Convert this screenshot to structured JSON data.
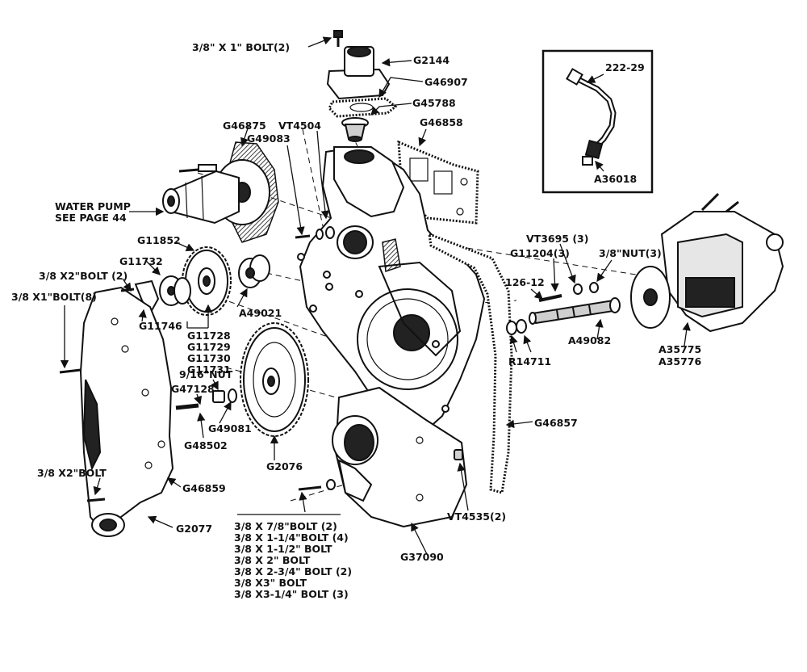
{
  "labels": {
    "bolt_3_8x1_2": "3/8\" X 1\" BOLT(2)",
    "g2144": "G2144",
    "g46907": "G46907",
    "g45788": "G45788",
    "g46858": "G46858",
    "g46875": "G46875",
    "vt4504": "VT4504",
    "g49083": "G49083",
    "water_pump_1": "WATER PUMP",
    "water_pump_2": "SEE PAGE 44",
    "g11852": "G11852",
    "g11732": "G11732",
    "bolt_3_8x2_2": "3/8 X2\"BOLT (2)",
    "bolt_3_8x1_8": "3/8 X1\"BOLT(8)",
    "g11746": "G11746",
    "a49021": "A49021",
    "g11728": "G11728",
    "g11729": "G11729",
    "g11730": "G11730",
    "g11731": "G11731",
    "nut_9_16": "9/16\"NUT",
    "g47128": "G47128",
    "g49081": "G49081",
    "g48502": "G48502",
    "g2076": "G2076",
    "bolt_3_8x2": "3/8 X2\"BOLT",
    "g46859": "G46859",
    "g2077": "G2077",
    "vt3695": "VT3695 (3)",
    "g11204": "G11204(3)",
    "nut_3_8": "3/8\"NUT(3)",
    "p126_12": "126-12",
    "a49082": "A49082",
    "r14711": "R14711",
    "a35775": "A35775",
    "a35776": "A35776",
    "g46857": "G46857",
    "vt4535": "VT4535(2)",
    "g37090": "G37090",
    "p222_29": "222-29",
    "a36018": "A36018"
  },
  "bolt_list": [
    "3/8 X 7/8\"BOLT (2)",
    "3/8 X 1-1/4\"BOLT (4)",
    "3/8 X 1-1/2\" BOLT",
    "3/8 X 2\" BOLT",
    "3/8 X 2-3/4\" BOLT (2)",
    "3/8 X3\" BOLT",
    "3/8 X3-1/4\" BOLT (3)"
  ]
}
